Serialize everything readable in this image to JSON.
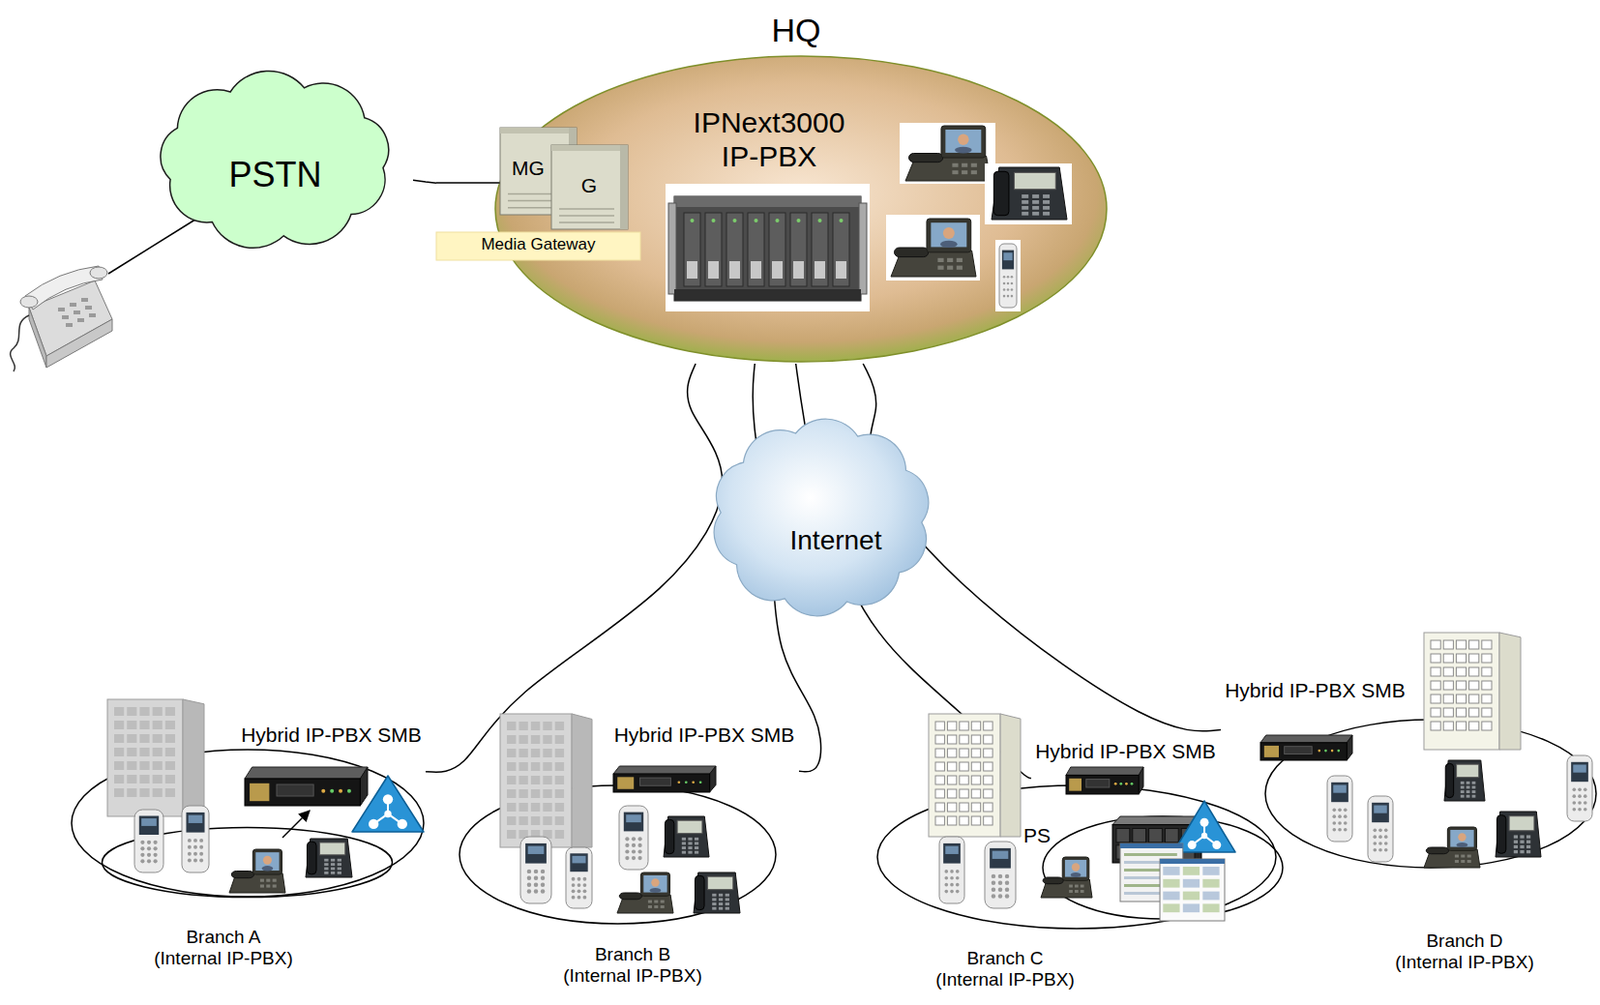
{
  "diagram": {
    "nodes": [
      {
        "text": [
          "PSTN"
        ]
      },
      {
        "text": [
          "HQ"
        ]
      },
      {
        "text": [
          "MG",
          "G",
          "Media Gateway"
        ],
        "in": 1
      },
      {
        "text": [
          "IPNext3000 IP-PBX"
        ],
        "in": 1
      },
      {
        "text": [
          "Internet"
        ]
      },
      {
        "text": [
          "Branch A (Internal IP-PBX)"
        ]
      },
      {
        "text": [
          "Hybrid IP-PBX SMB"
        ],
        "in": 5
      },
      {
        "text": [
          "Branch B (Internal IP-PBX)"
        ]
      },
      {
        "text": [
          "Hybrid IP-PBX SMB"
        ],
        "in": 7
      },
      {
        "text": [
          "Branch C (Internal IP-PBX)"
        ]
      },
      {
        "text": [
          "Hybrid IP-PBX SMB"
        ],
        "in": 9
      },
      {
        "text": [
          "Branch D (Internal IP-PBX)"
        ]
      },
      {
        "text": [
          "Hybrid IP-PBX SMB"
        ],
        "in": 11
      }
    ],
    "edges": [
      {
        "from": 0,
        "to": 2,
        "arrow": "none"
      },
      {
        "from": 1,
        "to": 6,
        "arrow": "none"
      },
      {
        "from": 1,
        "to": 8,
        "arrow": "none"
      },
      {
        "from": 1,
        "to": 10,
        "arrow": "none"
      },
      {
        "from": 1,
        "to": 12,
        "arrow": "none"
      }
    ],
    "labels": [
      "PS"
    ]
  }
}
